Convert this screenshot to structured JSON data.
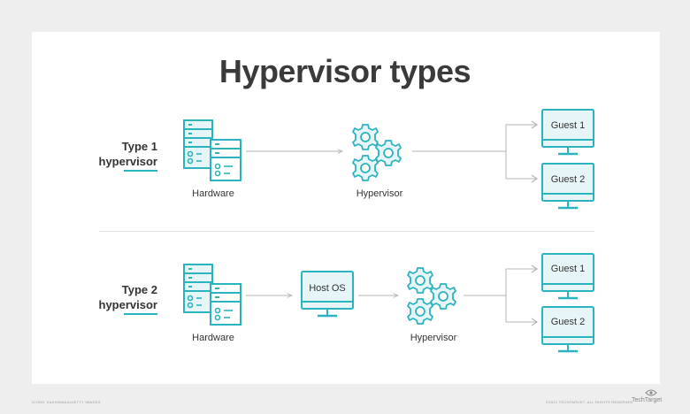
{
  "title": "Hypervisor types",
  "rows": [
    {
      "label_line1": "Type 1",
      "label_line2": "hypervisor",
      "hardware": "Hardware",
      "hypervisor": "Hypervisor",
      "guests": [
        "Guest 1",
        "Guest 2"
      ]
    },
    {
      "label_line1": "Type 2",
      "label_line2": "hypervisor",
      "hardware": "Hardware",
      "host_os": "Host OS",
      "hypervisor": "Hypervisor",
      "guests": [
        "Guest 1",
        "Guest 2"
      ]
    }
  ],
  "footer": {
    "credit": "ICONS: KAZHIMAKA/GETTY IMAGES",
    "copyright": "©2021 TECHTARGET. ALL RIGHTS RESERVED",
    "brand": "TechTarget"
  },
  "colors": {
    "accent": "#2bb3c0",
    "fill": "#e6f6f8",
    "line": "#b5b5b5",
    "text": "#333333"
  }
}
